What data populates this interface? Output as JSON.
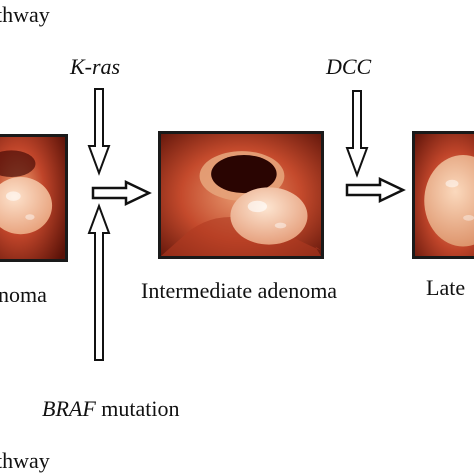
{
  "labels": {
    "top_pathway": "thway",
    "gene_kras": "K-ras",
    "gene_dcc": "DCC",
    "stage_early": "noma",
    "stage_intermediate": "Intermediate adenoma",
    "stage_late": "Late",
    "braf_gene": "BRAF",
    "braf_suffix": " mutation",
    "bottom_pathway": "thway"
  },
  "icons": {
    "down_arrow": "hollow-down-arrow",
    "right_arrow": "hollow-right-arrow",
    "up_arrow": "hollow-up-arrow"
  },
  "colors": {
    "background": "#ffffff",
    "text": "#111111",
    "arrow_stroke": "#111111",
    "tissue_dark": "#5a1208",
    "tissue_mid": "#c0452a",
    "tissue_light": "#f0a878",
    "polyp": "#f6c6a4"
  }
}
